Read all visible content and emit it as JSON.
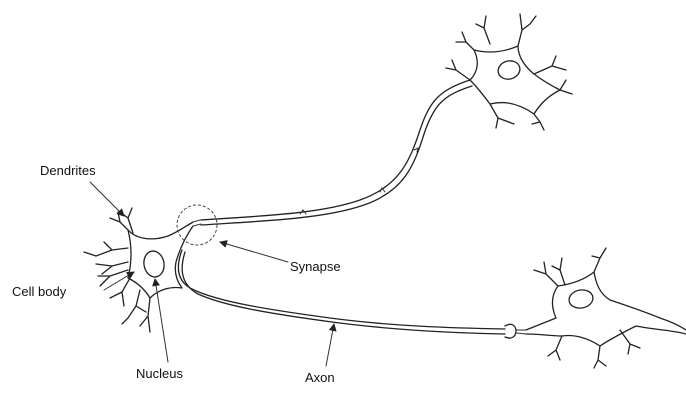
{
  "labels": {
    "dendrites": "Dendrites",
    "cell_body": "Cell body",
    "synapse": "Synapse",
    "nucleus": "Nucleus",
    "axon": "Axon"
  },
  "colors": {
    "ink": "#222222",
    "background": "#ffffff"
  }
}
